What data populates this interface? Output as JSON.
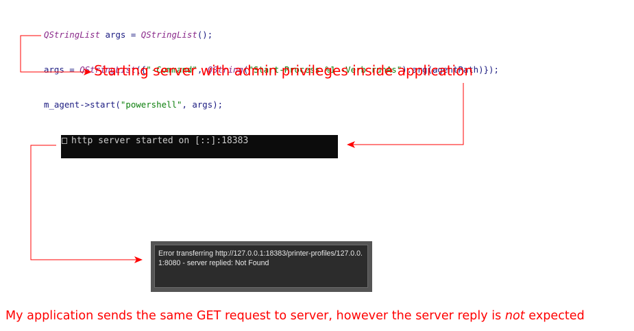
{
  "code": {
    "line1": {
      "t1": "QStringList",
      "t2": " args = ",
      "t3": "QStringList",
      "t4": "();"
    },
    "line2": {
      "t1": "args = ",
      "t2": "QStringList",
      "t3": "({",
      "t4": "\"-Command\"",
      "t5": ", ",
      "t6": "QString",
      "t7": "(",
      "t8": "\"Start-Process %1 -Verb runAs\"",
      "t9": ").arg(agentPath)});"
    },
    "line3": {
      "t1": "m_agent->start(",
      "t2": "\"powershell\"",
      "t3": ", args);"
    }
  },
  "annotations": {
    "top": "Starting server with admin privileges inside application",
    "bottom_before": "My application sends the same GET request to server, however the server reply is ",
    "bottom_emph": "not",
    "bottom_after": " expected"
  },
  "console": {
    "text": "http server started on [::]:18383"
  },
  "error_panel": {
    "message": "Error transferring http://127.0.0.1:18383/printer-profiles/127.0.0.1:8080 - server replied: Not Found"
  },
  "colors": {
    "annotation": "#ff0000",
    "console_bg": "#0c0c0c",
    "panel_bg": "#2c2c2c"
  }
}
